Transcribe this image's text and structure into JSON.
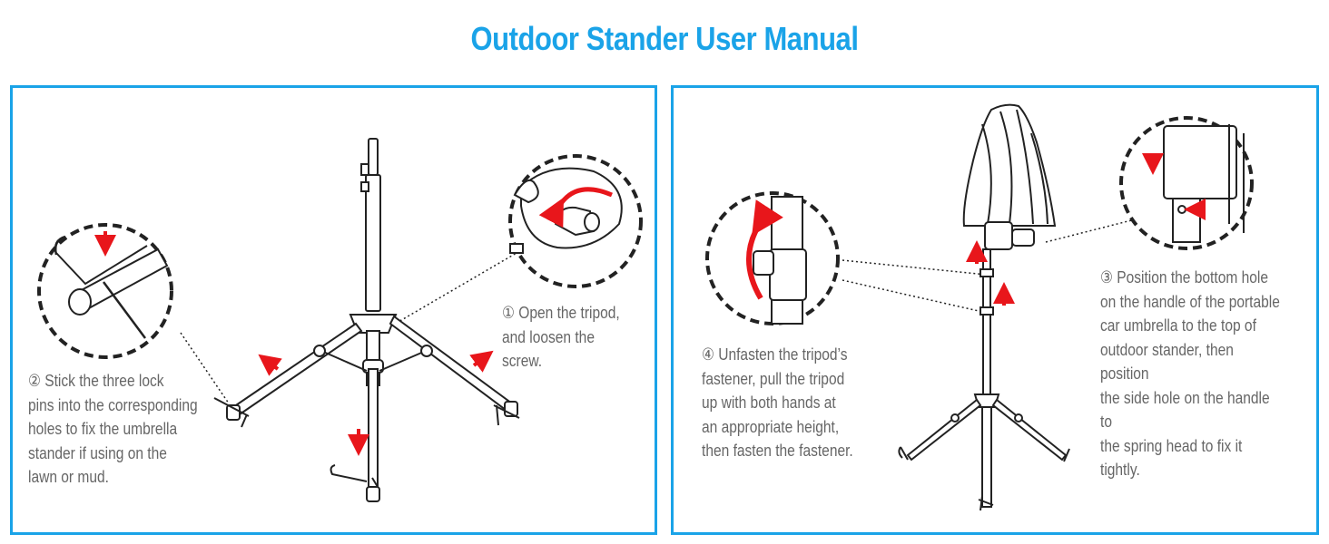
{
  "title": "Outdoor Stander User Manual",
  "accent_color": "#1aa3e8",
  "arrow_color": "#e8161b",
  "panels": {
    "left": {
      "step1": "① Open the tripod,\nand loosen the screw.",
      "step2": "② Stick the three lock\npins into the corresponding\nholes to fix the umbrella\nstander if using on the\nlawn or mud."
    },
    "right": {
      "step3": "③ Position the bottom hole\non the handle of the portable\ncar umbrella to the top of\noutdoor stander, then position\nthe side hole on the handle to\nthe spring head to fix it tightly.",
      "step4": "④ Unfasten the tripod’s\nfastener, pull the tripod\nup with both hands at\nan appropriate height,\nthen fasten the fastener."
    }
  },
  "icons": [
    "tripod-illustration",
    "lock-pin-detail",
    "screw-detail",
    "umbrella-on-stander",
    "fastener-detail",
    "spring-head-detail",
    "red-arrow-icon"
  ]
}
